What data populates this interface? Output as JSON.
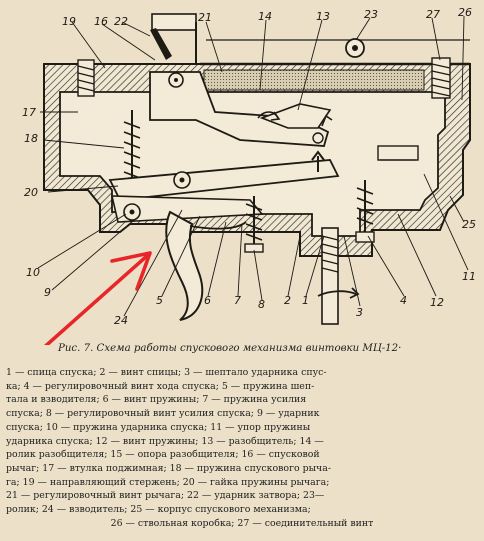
{
  "figure": {
    "caption": "Рис. 7. Схема работы спускового механизма винтовки МЦ-12·",
    "callouts": [
      "19",
      "16",
      "22",
      "21",
      "14",
      "13",
      "23",
      "27",
      "26",
      "17",
      "18",
      "20",
      "10",
      "9",
      "24",
      "5",
      "6",
      "7",
      "8",
      "2",
      "1",
      "3",
      "4",
      "12",
      "11",
      "25"
    ],
    "legend_lines": [
      "1 — спица спуска; 2 — винт спицы; 3 — шептало ударника спус-",
      "ка; 4 — регулировочный винт хода спуска; 5 — пружина шеп-",
      "тала и взводителя; 6 — винт пружины; 7 — пружина усилия",
      "спуска; 8 — регулировочный винт усилия спуска; 9 — ударник",
      "спуска; 10 — пружина ударника спуска; 11 — упор пружины",
      "ударника спуска; 12 — винт пружины; 13 — разобщитель; 14 —",
      "ролик разобщителя; 15 — опора разобщителя; 16 — спусковой",
      "рычаг; 17 — втулка поджимная; 18 — пружина спускового рыча-",
      "га; 19 — направляющий стержень; 20 — гайка пружины рычага;",
      "21 — регулировочный винт рычага; 22 — ударник затвора; 23—",
      "ролик; 24 — взводитель; 25 — корпус спускового механизма;",
      "26 — ствольная коробка; 27 — соединительный винт"
    ]
  },
  "colors": {
    "paper": "#ece1c8",
    "ink": "#1e1a14",
    "arrow": "#e8262a"
  }
}
